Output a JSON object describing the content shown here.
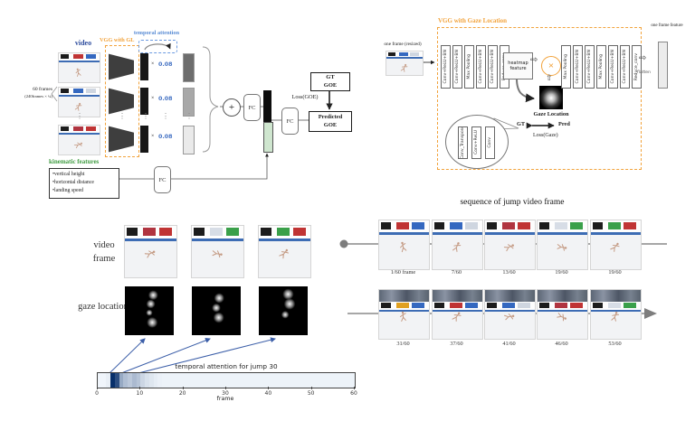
{
  "icons": {
    "block_arrow_right": "⇨",
    "block_arrow_up": "⇧",
    "ellipsis_vertical": "⋮"
  },
  "model_diagram": {
    "video_label": "video",
    "frames_label": "60 frames",
    "frames_sublabel": "(240frames × ¼)",
    "vgg_gl_label": "VGG with GL",
    "temporal_attention_label": "temporal attention",
    "attention_weights": [
      "0.08",
      "0.08",
      "0.08"
    ],
    "multiply_symbol": "×",
    "plus_symbol": "+",
    "fc_sum_label": "FC",
    "fc_out_label": "FC",
    "fc_kinematic_label": "FC",
    "gt_goe_line1": "GT",
    "gt_goe_line2": "GOE",
    "predicted_goe_line1": "Predicted",
    "predicted_goe_line2": "GOE",
    "loss_goe_label": "Loss(GOE)",
    "kinematic_title": "kinematic features",
    "kinematic_items": [
      "•vertical height",
      "•horizontal distance",
      "•landing speed"
    ]
  },
  "vgg_diagram": {
    "title": "VGG with Gaze Location",
    "input_label": "one frame (resized)",
    "left_layers": [
      "Conv+ReLU+BN",
      "Conv+ReLU+BN",
      "Max Pooling",
      "Conv+ReLU+BN",
      "Conv+ReLU+BN",
      "Reduce_conv"
    ],
    "heatmap_feature_label": "heatmap feature",
    "multiply_symbol": "×",
    "right_layers": [
      "Max Pooling",
      "Conv+ReLU+BN",
      "Conv+ReLU+BN",
      "Max Pooling",
      "Conv+ReLU+BN",
      "Conv+ReLU+BN",
      "Reduce_conv"
    ],
    "decoder_layers": [
      "Conv_Transpose",
      "Conv+ReLU",
      "Conv"
    ],
    "gaze_location_label": "Gaze Location",
    "gt_label": "GT",
    "pred_label": "Pred",
    "loss_gaze_label": "Loss(Gaze)",
    "flatten_label": "flatten",
    "output_label": "one frame feature"
  },
  "examples": {
    "video_frame_label": "video frame",
    "gaze_location_label": "gaze location"
  },
  "chart_data": {
    "type": "heatmap",
    "title": "temporal attention for jump 30",
    "xlabel": "frame",
    "xticks": [
      0,
      10,
      20,
      30,
      40,
      50,
      60
    ],
    "xlim": [
      0,
      60
    ],
    "colormap": "Blues",
    "legend": "none",
    "values": [
      0.03,
      0.03,
      0.06,
      1.0,
      0.85,
      0.4,
      0.3,
      0.25,
      0.32,
      0.27,
      0.18,
      0.13,
      0.1,
      0.07,
      0.05,
      0.04,
      0.04,
      0.04,
      0.04,
      0.04,
      0.04,
      0.04,
      0.04,
      0.04,
      0.04,
      0.04,
      0.04,
      0.04,
      0.04,
      0.04,
      0.04,
      0.04,
      0.04,
      0.04,
      0.04,
      0.04,
      0.04,
      0.04,
      0.04,
      0.04,
      0.04,
      0.04,
      0.04,
      0.04,
      0.04,
      0.04,
      0.04,
      0.04,
      0.04,
      0.04,
      0.04,
      0.04,
      0.04,
      0.04,
      0.04,
      0.04,
      0.04,
      0.04,
      0.04,
      0.04
    ]
  },
  "sequence": {
    "title": "sequence of jump video frame",
    "row1_labels": [
      "1/60 frame",
      "7/60",
      "13/60",
      "19/60",
      "19/60"
    ],
    "row2_labels": [
      "31/60",
      "37/60",
      "41/60",
      "46/60",
      "53/60"
    ]
  }
}
